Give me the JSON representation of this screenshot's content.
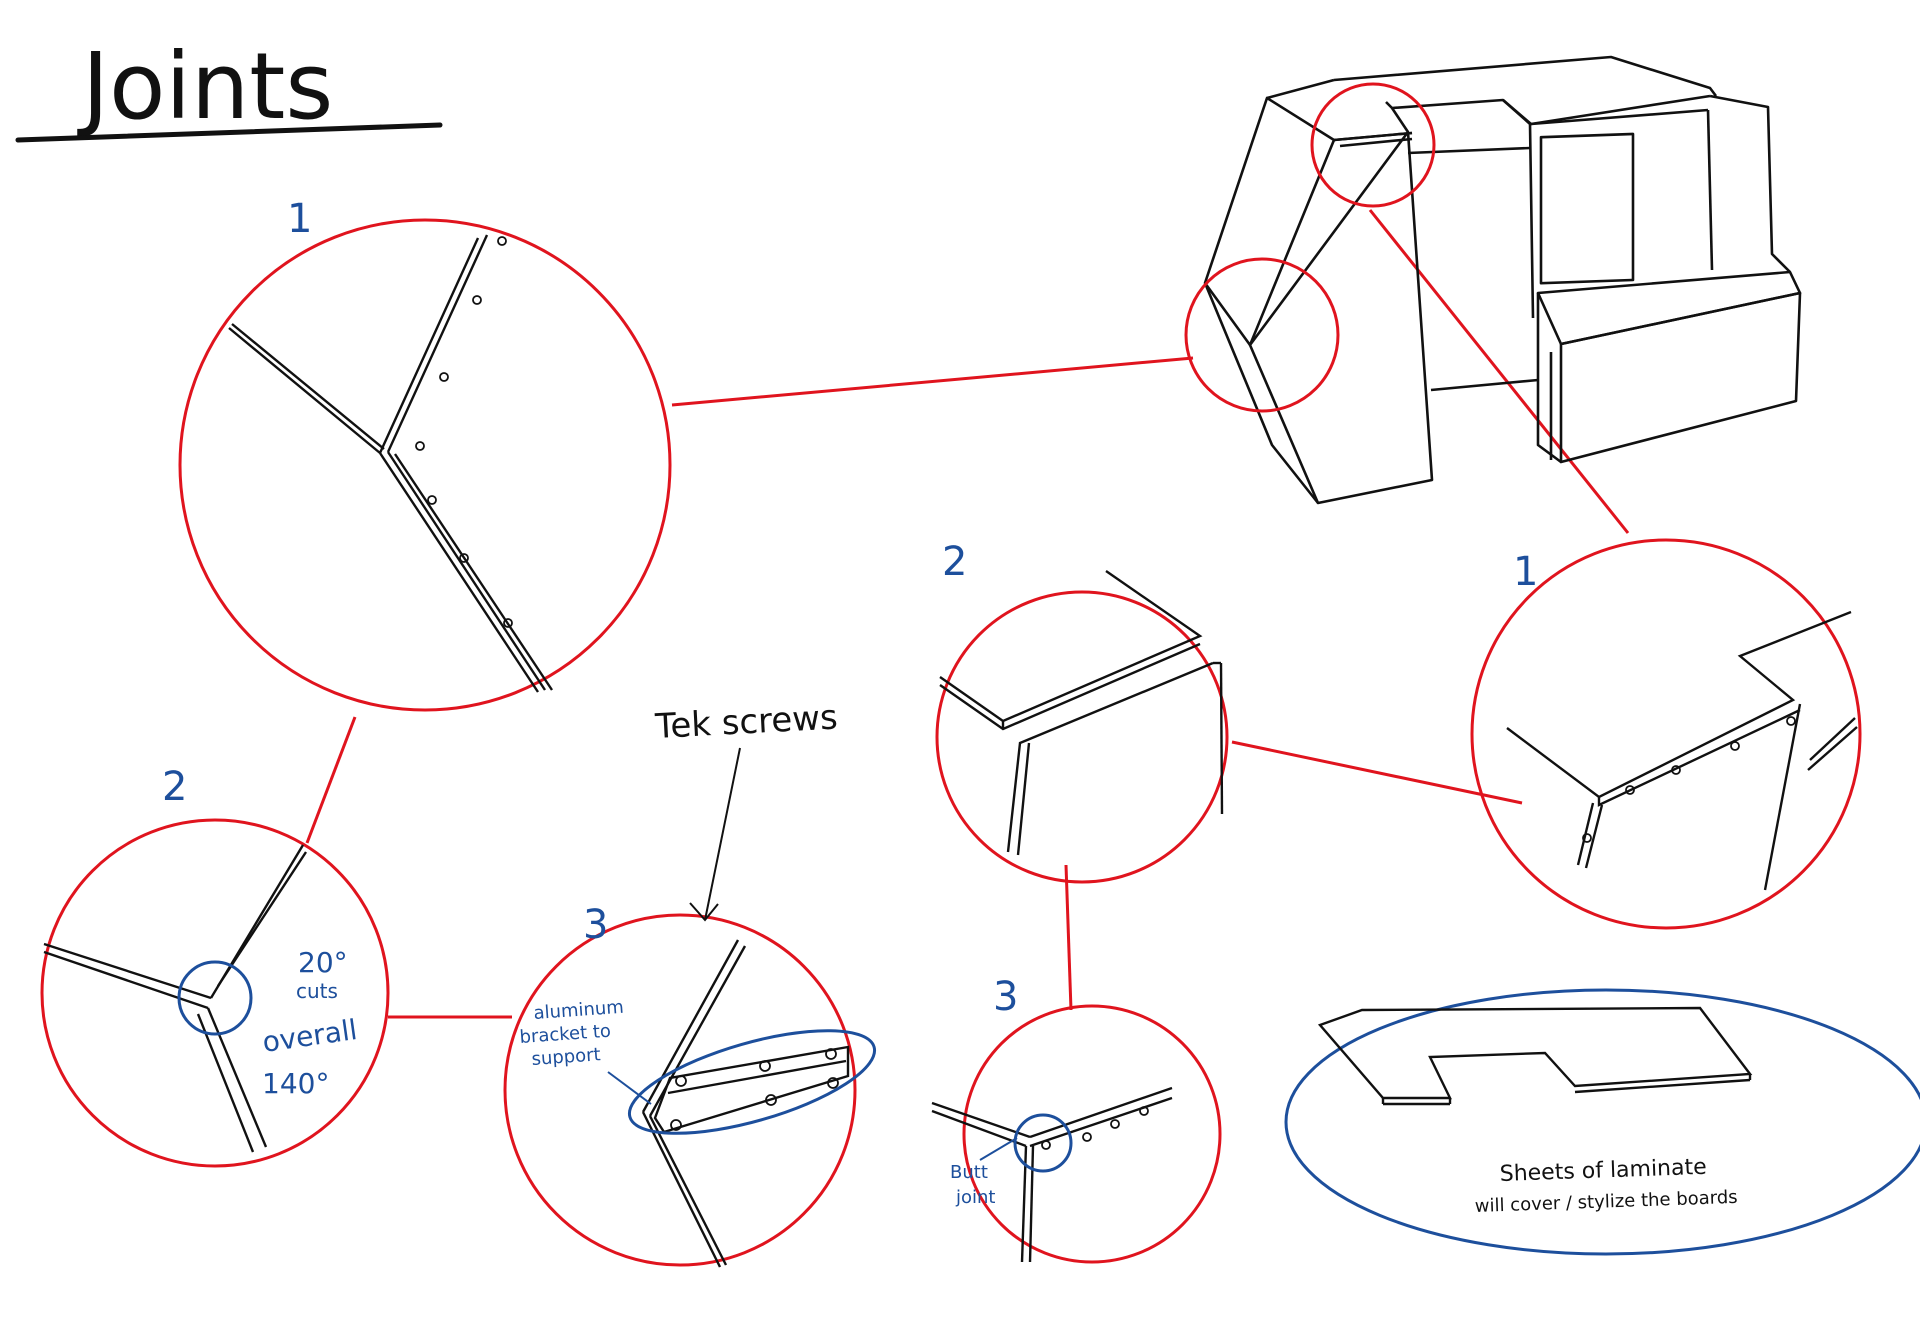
{
  "title": "Joints",
  "labels": {
    "topLeftNumber": "1",
    "topMidNumber": "2",
    "topRightNumber": "1",
    "bottomLeftNumber": "2",
    "bottomMidNumber": "3",
    "bottomRightNumber": "3"
  },
  "annotations": {
    "tekScrews": "Tek screws",
    "cuts20": "20°",
    "cutsWord": "cuts",
    "overall": "overall",
    "overall140": "140°",
    "bracketLine1": "aluminum",
    "bracketLine2": "bracket to",
    "bracketLine3": "support",
    "buttLine1": "Butt",
    "buttLine2": "joint",
    "laminateLine1": "Sheets of laminate",
    "laminateLine2": "will cover / stylize the boards"
  },
  "colors": {
    "ink": "#111111",
    "callout": "#e0141e",
    "annotation": "#1d4f9c"
  }
}
